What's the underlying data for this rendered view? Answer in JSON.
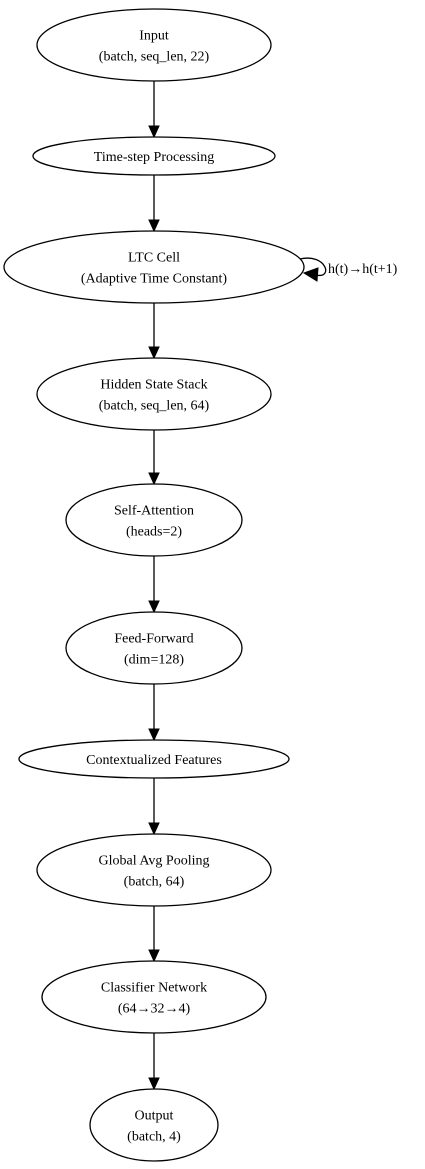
{
  "diagram": {
    "nodes": [
      {
        "id": "input",
        "lines": [
          "Input",
          "(batch, seq_len, 22)"
        ]
      },
      {
        "id": "time-step-processing",
        "lines": [
          "Time-step Processing"
        ]
      },
      {
        "id": "ltc-cell",
        "lines": [
          "LTC Cell",
          "(Adaptive Time Constant)"
        ]
      },
      {
        "id": "hidden-state-stack",
        "lines": [
          "Hidden State Stack",
          "(batch, seq_len, 64)"
        ]
      },
      {
        "id": "self-attention",
        "lines": [
          "Self-Attention",
          "(heads=2)"
        ]
      },
      {
        "id": "feed-forward",
        "lines": [
          "Feed-Forward",
          "(dim=128)"
        ]
      },
      {
        "id": "contextualized-features",
        "lines": [
          "Contextualized Features"
        ]
      },
      {
        "id": "global-avg-pooling",
        "lines": [
          "Global Avg Pooling",
          "(batch, 64)"
        ]
      },
      {
        "id": "classifier-network",
        "lines": [
          "Classifier Network",
          "(64→32→4)"
        ]
      },
      {
        "id": "output",
        "lines": [
          "Output",
          "(batch, 4)"
        ]
      }
    ],
    "edges": [
      {
        "from": "input",
        "to": "time-step-processing"
      },
      {
        "from": "time-step-processing",
        "to": "ltc-cell"
      },
      {
        "from": "ltc-cell",
        "to": "ltc-cell",
        "label": "h(t)→h(t+1)"
      },
      {
        "from": "ltc-cell",
        "to": "hidden-state-stack"
      },
      {
        "from": "hidden-state-stack",
        "to": "self-attention"
      },
      {
        "from": "self-attention",
        "to": "feed-forward"
      },
      {
        "from": "feed-forward",
        "to": "contextualized-features"
      },
      {
        "from": "contextualized-features",
        "to": "global-avg-pooling"
      },
      {
        "from": "global-avg-pooling",
        "to": "classifier-network"
      },
      {
        "from": "classifier-network",
        "to": "output"
      }
    ]
  }
}
